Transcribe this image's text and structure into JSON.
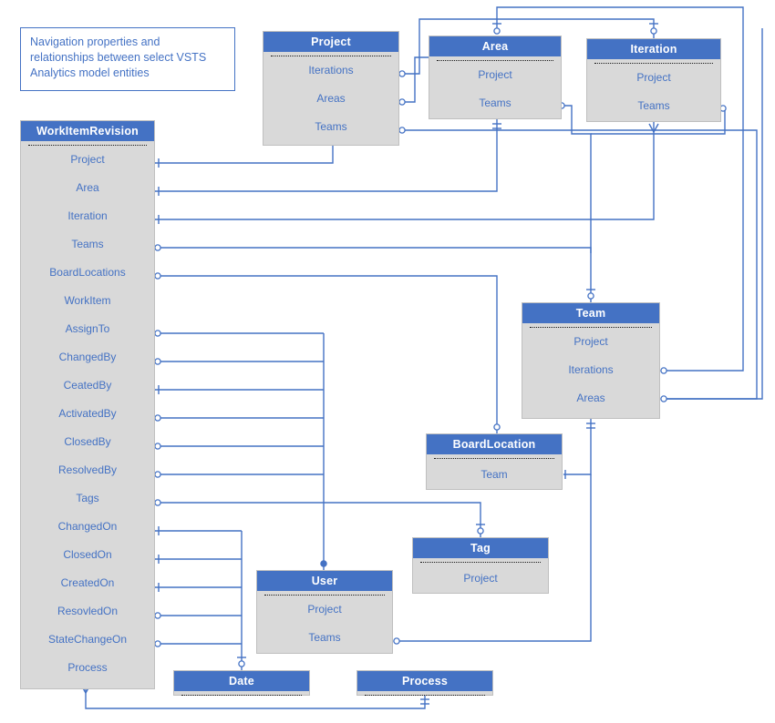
{
  "diagram": {
    "title": "Navigation properties and relationships between select VSTS Analytics model entities",
    "note_text": "Navigation properties and relationships between select VSTS Analytics model entities",
    "accent_color": "#4472c4",
    "body_color": "#d9d9d9",
    "header_text_color": "#ffffff",
    "field_text_color": "#4472c4",
    "background": "#ffffff"
  },
  "entities": [
    {
      "name": "WorkItemRevision",
      "title": "WorkItemRevision",
      "fields": [
        "Project",
        "Area",
        "Iteration",
        "Teams",
        "BoardLocations",
        "WorkItem",
        "AssignTo",
        "ChangedBy",
        "CeatedBy",
        "ActivatedBy",
        "ClosedBy",
        "ResolvedBy",
        "Tags",
        "ChangedOn",
        "ClosedOn",
        "CreatedOn",
        "ResovledOn",
        "StateChangeOn",
        "Process"
      ]
    },
    {
      "name": "Project",
      "title": "Project",
      "fields": [
        "Iterations",
        "Areas",
        "Teams"
      ]
    },
    {
      "name": "Area",
      "title": "Area",
      "fields": [
        "Project",
        "Teams"
      ]
    },
    {
      "name": "Iteration",
      "title": "Iteration",
      "fields": [
        "Project",
        "Teams"
      ]
    },
    {
      "name": "Team",
      "title": "Team",
      "fields": [
        "Project",
        "Iterations",
        "Areas"
      ]
    },
    {
      "name": "BoardLocation",
      "title": "BoardLocation",
      "fields": [
        "Team"
      ]
    },
    {
      "name": "Tag",
      "title": "Tag",
      "fields": [
        "Project"
      ]
    },
    {
      "name": "User",
      "title": "User",
      "fields": [
        "Project",
        "Teams"
      ]
    },
    {
      "name": "Date",
      "title": "Date",
      "fields": []
    },
    {
      "name": "Process",
      "title": "Process",
      "fields": []
    }
  ],
  "relationships": [
    {
      "from": "WorkItemRevision.Project",
      "to": "Project",
      "cardinality": "many-to-one"
    },
    {
      "from": "WorkItemRevision.Area",
      "to": "Area",
      "cardinality": "many-to-one"
    },
    {
      "from": "WorkItemRevision.Iteration",
      "to": "Iteration",
      "cardinality": "many-to-one"
    },
    {
      "from": "WorkItemRevision.Teams",
      "to": "Team",
      "cardinality": "many-to-many"
    },
    {
      "from": "WorkItemRevision.BoardLocations",
      "to": "BoardLocation",
      "cardinality": "many-to-many"
    },
    {
      "from": "WorkItemRevision.AssignTo",
      "to": "User",
      "cardinality": "many-to-many"
    },
    {
      "from": "WorkItemRevision.ChangedBy",
      "to": "User",
      "cardinality": "many-to-many"
    },
    {
      "from": "WorkItemRevision.CeatedBy",
      "to": "User",
      "cardinality": "many-to-one"
    },
    {
      "from": "WorkItemRevision.ActivatedBy",
      "to": "User",
      "cardinality": "many-to-many"
    },
    {
      "from": "WorkItemRevision.ClosedBy",
      "to": "User",
      "cardinality": "many-to-many"
    },
    {
      "from": "WorkItemRevision.ResolvedBy",
      "to": "User",
      "cardinality": "many-to-many"
    },
    {
      "from": "WorkItemRevision.Tags",
      "to": "Tag",
      "cardinality": "many-to-many"
    },
    {
      "from": "WorkItemRevision.ChangedOn",
      "to": "Date",
      "cardinality": "many-to-one"
    },
    {
      "from": "WorkItemRevision.ClosedOn",
      "to": "Date",
      "cardinality": "many-to-one"
    },
    {
      "from": "WorkItemRevision.CreatedOn",
      "to": "Date",
      "cardinality": "many-to-one"
    },
    {
      "from": "WorkItemRevision.ResovledOn",
      "to": "Date",
      "cardinality": "many-to-many"
    },
    {
      "from": "WorkItemRevision.StateChangeOn",
      "to": "Date",
      "cardinality": "many-to-many"
    },
    {
      "from": "WorkItemRevision.Process",
      "to": "Process",
      "cardinality": "one-to-one"
    },
    {
      "from": "Project.Iterations",
      "to": "Iteration",
      "cardinality": "many-to-many"
    },
    {
      "from": "Project.Areas",
      "to": "Area",
      "cardinality": "many-to-many"
    },
    {
      "from": "Project.Teams",
      "to": "Team",
      "cardinality": "many-to-many"
    },
    {
      "from": "Area.Teams",
      "to": "Team",
      "cardinality": "many-to-many"
    },
    {
      "from": "Iteration.Teams",
      "to": "Team",
      "cardinality": "many-to-many"
    },
    {
      "from": "Team.Iterations",
      "to": "Iteration",
      "cardinality": "many-to-many"
    },
    {
      "from": "Team.Areas",
      "to": "Area",
      "cardinality": "many-to-many"
    },
    {
      "from": "BoardLocation.Team",
      "to": "Team",
      "cardinality": "many-to-one"
    },
    {
      "from": "User.Teams",
      "to": "Team",
      "cardinality": "many-to-many"
    },
    {
      "from": "Tag.Project",
      "to": "Project",
      "cardinality": "many-to-one"
    }
  ]
}
